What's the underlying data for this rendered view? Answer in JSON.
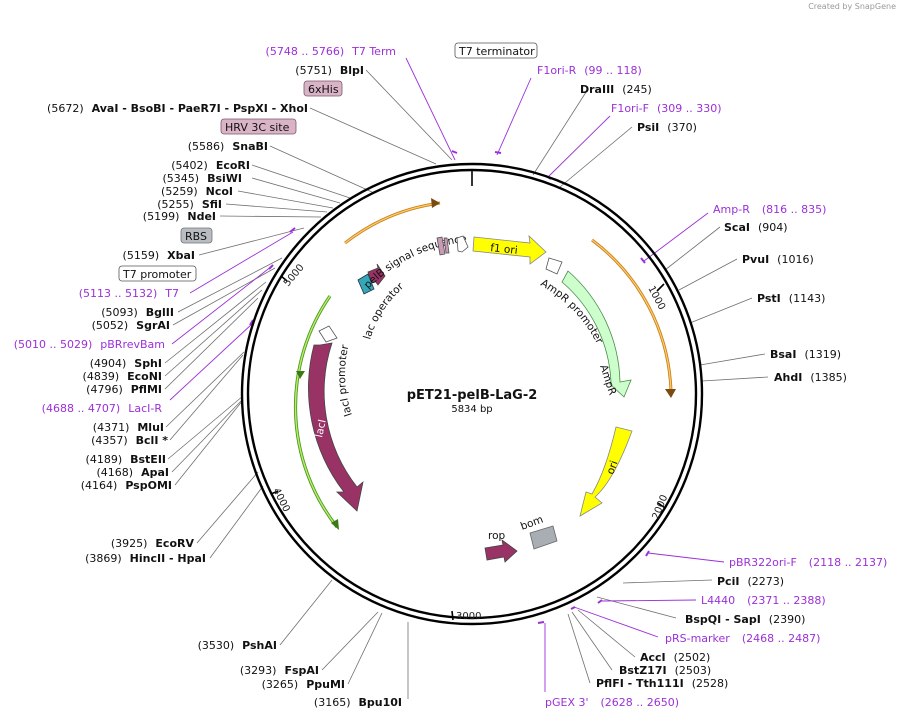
{
  "brand": "Created by SnapGene",
  "plasmid": {
    "name": "pET21-pelB-LaG-2",
    "length": "5834 bp",
    "total_bp": 5834
  },
  "ticks": [
    "1000",
    "2000",
    "3000",
    "4000",
    "5000"
  ],
  "features": [
    {
      "label": "f1 ori",
      "color": "#ffff00"
    },
    {
      "label": "AmpR promoter",
      "color": "#ccffcc"
    },
    {
      "label": "AmpR",
      "color": "#ccffcc"
    },
    {
      "label": "ori",
      "color": "#ffff00"
    },
    {
      "label": "bom",
      "color": "#a8aeb4"
    },
    {
      "label": "rop",
      "color": "#993366"
    },
    {
      "label": "lacI",
      "color": "#993366"
    },
    {
      "label": "lacI promoter",
      "color": "#ffffff"
    },
    {
      "label": "lac operator",
      "color": "#34a7b8"
    },
    {
      "label": "pelB signal sequence",
      "color": "#993366"
    }
  ],
  "boxed_labels": [
    {
      "text": "T7 terminator",
      "bg": "#ffffff"
    },
    {
      "text": "6xHis",
      "bg": "#d9b3c6"
    },
    {
      "text": "HRV 3C site",
      "bg": "#d9b3c6"
    },
    {
      "text": "RBS",
      "bg": "#b9bdc1"
    },
    {
      "text": "T7 promoter",
      "bg": "#ffffff"
    }
  ],
  "sites": [
    {
      "pos": "(5748 .. 5766)",
      "name": "T7 Term",
      "primer": true
    },
    {
      "pos": "(5751)",
      "name": "BlpI"
    },
    {
      "pos": "(5672)",
      "name": "AvaI  -  BsoBI  -  PaeR7I  -  PspXI  -  XhoI"
    },
    {
      "pos": "(5586)",
      "name": "SnaBI"
    },
    {
      "pos": "(5402)",
      "name": "EcoRI"
    },
    {
      "pos": "(5345)",
      "name": "BsiWI"
    },
    {
      "pos": "(5259)",
      "name": "NcoI"
    },
    {
      "pos": "(5255)",
      "name": "SfiI"
    },
    {
      "pos": "(5199)",
      "name": "NdeI"
    },
    {
      "pos": "(5159)",
      "name": "XbaI"
    },
    {
      "pos": "(5113 .. 5132)",
      "name": "T7",
      "primer": true
    },
    {
      "pos": "(5093)",
      "name": "BglII"
    },
    {
      "pos": "(5052)",
      "name": "SgrAI"
    },
    {
      "pos": "(5010 .. 5029)",
      "name": "pBRrevBam",
      "primer": true
    },
    {
      "pos": "(4904)",
      "name": "SphI"
    },
    {
      "pos": "(4839)",
      "name": "EcoNI"
    },
    {
      "pos": "(4796)",
      "name": "PflMI"
    },
    {
      "pos": "(4688 .. 4707)",
      "name": "LacI-R",
      "primer": true
    },
    {
      "pos": "(4371)",
      "name": "MluI"
    },
    {
      "pos": "(4357)",
      "name": "BclI *"
    },
    {
      "pos": "(4189)",
      "name": "BstEII"
    },
    {
      "pos": "(4168)",
      "name": "ApaI"
    },
    {
      "pos": "(4164)",
      "name": "PspOMI"
    },
    {
      "pos": "(3925)",
      "name": "EcoRV"
    },
    {
      "pos": "(3869)",
      "name": "HincII  -  HpaI"
    },
    {
      "pos": "(3530)",
      "name": "PshAI"
    },
    {
      "pos": "(3293)",
      "name": "FspAI"
    },
    {
      "pos": "(3265)",
      "name": "PpuMI"
    },
    {
      "pos": "(3165)",
      "name": "Bpu10I"
    },
    {
      "pos": "(99 .. 118)",
      "name": "F1ori-R",
      "primer": true
    },
    {
      "pos": "(245)",
      "name": "DraIII"
    },
    {
      "pos": "(309 .. 330)",
      "name": "F1ori-F",
      "primer": true
    },
    {
      "pos": "(370)",
      "name": "PsiI"
    },
    {
      "pos": "(816 .. 835)",
      "name": "Amp-R",
      "primer": true
    },
    {
      "pos": "(904)",
      "name": "ScaI"
    },
    {
      "pos": "(1016)",
      "name": "PvuI"
    },
    {
      "pos": "(1143)",
      "name": "PstI"
    },
    {
      "pos": "(1319)",
      "name": "BsaI"
    },
    {
      "pos": "(1385)",
      "name": "AhdI"
    },
    {
      "pos": "(2118 .. 2137)",
      "name": "pBR322ori-F",
      "primer": true
    },
    {
      "pos": "(2273)",
      "name": "PciI"
    },
    {
      "pos": "(2371 .. 2388)",
      "name": "L4440",
      "primer": true
    },
    {
      "pos": "(2390)",
      "name": "BspQI  -  SapI"
    },
    {
      "pos": "(2468 .. 2487)",
      "name": "pRS-marker",
      "primer": true
    },
    {
      "pos": "(2502)",
      "name": "AccI"
    },
    {
      "pos": "(2503)",
      "name": "BstZ17I"
    },
    {
      "pos": "(2528)",
      "name": "PflFI  -  Tth111I"
    },
    {
      "pos": "(2628 .. 2650)",
      "name": "pGEX 3'",
      "primer": true
    }
  ]
}
